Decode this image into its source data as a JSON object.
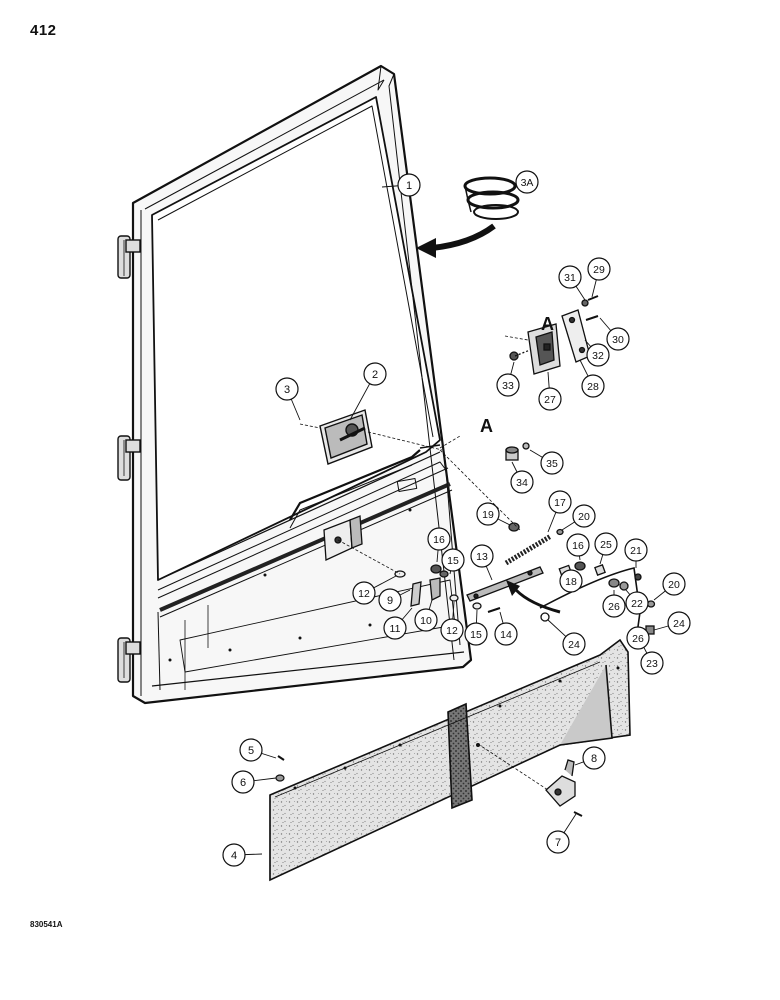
{
  "page_number": "412",
  "figure_code": "830541A",
  "detail_marker": "A",
  "callouts": [
    {
      "id": "c1",
      "label": "1"
    },
    {
      "id": "c3A",
      "label": "3A"
    },
    {
      "id": "c31",
      "label": "31"
    },
    {
      "id": "c29",
      "label": "29"
    },
    {
      "id": "c30",
      "label": "30"
    },
    {
      "id": "c32",
      "label": "32"
    },
    {
      "id": "c28",
      "label": "28"
    },
    {
      "id": "c27",
      "label": "27"
    },
    {
      "id": "c33",
      "label": "33"
    },
    {
      "id": "c3",
      "label": "3"
    },
    {
      "id": "c2",
      "label": "2"
    },
    {
      "id": "c35",
      "label": "35"
    },
    {
      "id": "c34",
      "label": "34"
    },
    {
      "id": "c19",
      "label": "19"
    },
    {
      "id": "c17",
      "label": "17"
    },
    {
      "id": "c20a",
      "label": "20"
    },
    {
      "id": "c16a",
      "label": "16"
    },
    {
      "id": "c15a",
      "label": "15"
    },
    {
      "id": "c13",
      "label": "13"
    },
    {
      "id": "c16b",
      "label": "16"
    },
    {
      "id": "c25",
      "label": "25"
    },
    {
      "id": "c21",
      "label": "21"
    },
    {
      "id": "c18",
      "label": "18"
    },
    {
      "id": "c26a",
      "label": "26"
    },
    {
      "id": "c22",
      "label": "22"
    },
    {
      "id": "c20b",
      "label": "20"
    },
    {
      "id": "c12a",
      "label": "12"
    },
    {
      "id": "c9",
      "label": "9"
    },
    {
      "id": "c11",
      "label": "11"
    },
    {
      "id": "c10",
      "label": "10"
    },
    {
      "id": "c12b",
      "label": "12"
    },
    {
      "id": "c15b",
      "label": "15"
    },
    {
      "id": "c14",
      "label": "14"
    },
    {
      "id": "c24a",
      "label": "24"
    },
    {
      "id": "c26b",
      "label": "26"
    },
    {
      "id": "c24b",
      "label": "24"
    },
    {
      "id": "c23",
      "label": "23"
    },
    {
      "id": "c5",
      "label": "5"
    },
    {
      "id": "c6",
      "label": "6"
    },
    {
      "id": "c8",
      "label": "8"
    },
    {
      "id": "c4",
      "label": "4"
    },
    {
      "id": "c7",
      "label": "7"
    }
  ]
}
